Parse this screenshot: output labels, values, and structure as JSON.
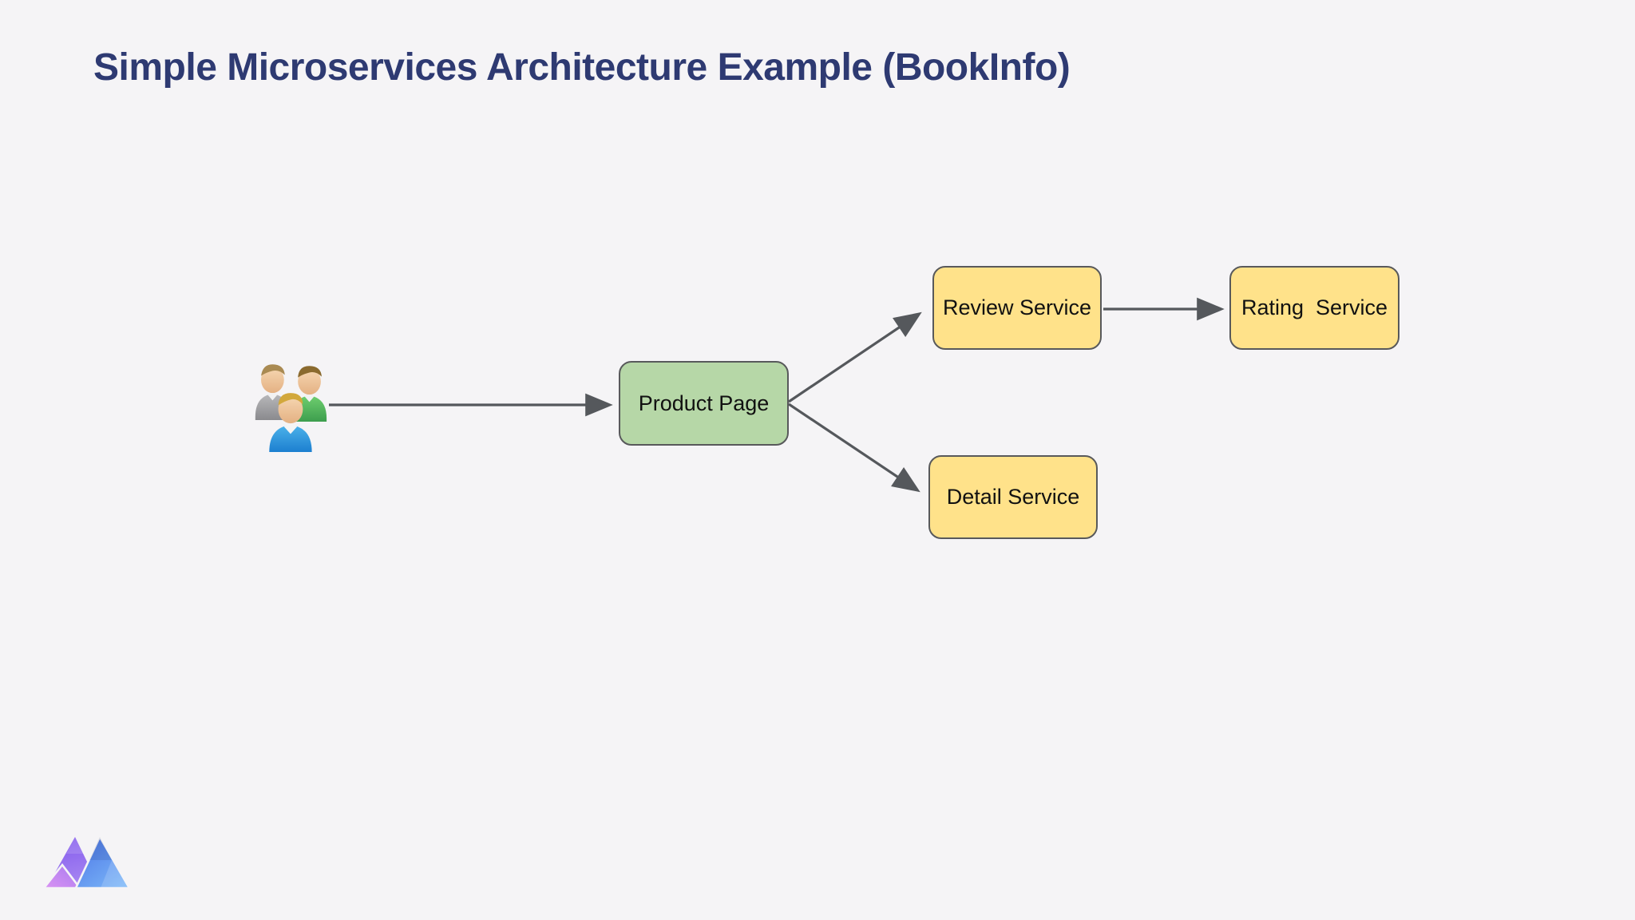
{
  "title": "Simple Microservices Architecture Example (BookInfo)",
  "colors": {
    "background": "#f5f4f6",
    "title_text": "#2e3a72",
    "node_text": "#111111",
    "green_fill": "#b6d7a7",
    "yellow_fill": "#ffe28a",
    "node_border": "#58595b",
    "arrow": "#55585c"
  },
  "diagram": {
    "nodes": [
      {
        "id": "users",
        "kind": "actor-icon",
        "label": ""
      },
      {
        "id": "product-page",
        "label": "Product Page",
        "color": "green"
      },
      {
        "id": "review-service",
        "label": "Review Service",
        "color": "yellow"
      },
      {
        "id": "rating-service",
        "label": "Rating  Service",
        "color": "yellow"
      },
      {
        "id": "detail-service",
        "label": "Detail Service",
        "color": "yellow"
      }
    ],
    "edges": [
      {
        "from": "users",
        "to": "product-page"
      },
      {
        "from": "product-page",
        "to": "review-service"
      },
      {
        "from": "product-page",
        "to": "detail-service"
      },
      {
        "from": "review-service",
        "to": "rating-service"
      }
    ]
  },
  "icons": {
    "users": "three-users-icon",
    "logo": "mermaid-chart-logo"
  }
}
